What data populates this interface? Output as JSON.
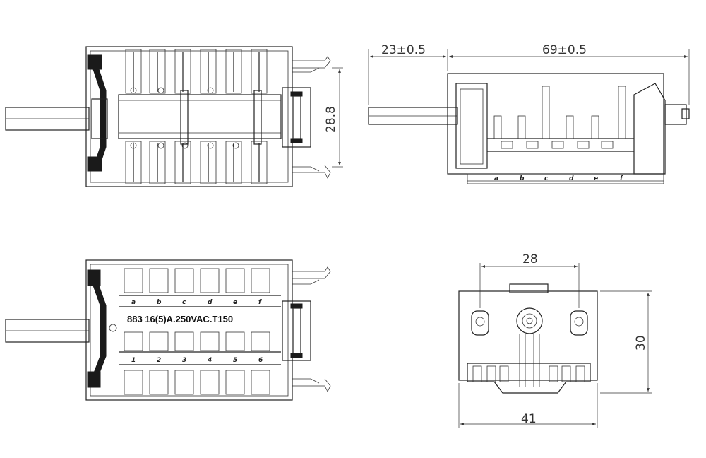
{
  "dimensions": {
    "front_view_height": "28.8",
    "side_view_shaft": "23±0.5",
    "side_view_body": "69±0.5",
    "end_view_width_inner": "28",
    "end_view_width_outer": "41",
    "end_view_height": "30"
  },
  "marking_label": "883 16(5)A.250VAC.T150",
  "contact_letters": [
    "a",
    "b",
    "c",
    "d",
    "e",
    "f"
  ],
  "contact_numbers": [
    "1",
    "2",
    "3",
    "4",
    "5",
    "6"
  ]
}
